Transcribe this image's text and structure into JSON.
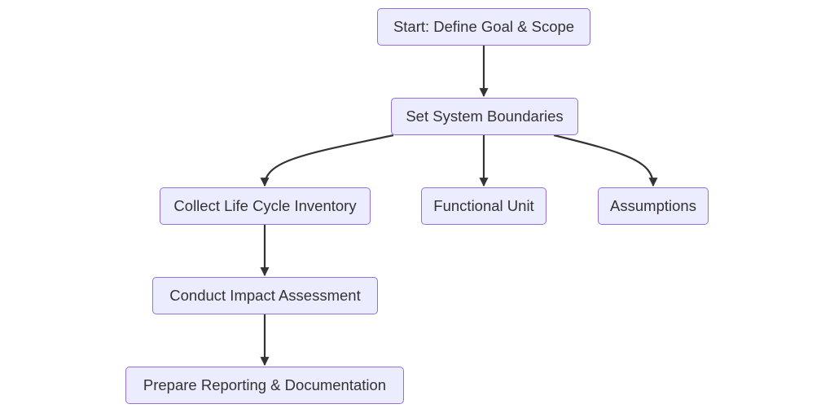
{
  "nodes": {
    "start": "Start: Define Goal & Scope",
    "boundaries": "Set System Boundaries",
    "inventory": "Collect Life Cycle Inventory",
    "functional_unit": "Functional Unit",
    "assumptions": "Assumptions",
    "impact": "Conduct Impact Assessment",
    "reporting": "Prepare Reporting & Documentation"
  },
  "colors": {
    "node_fill": "#ececff",
    "node_border": "#9370db",
    "edge": "#333333",
    "text": "#333333"
  }
}
